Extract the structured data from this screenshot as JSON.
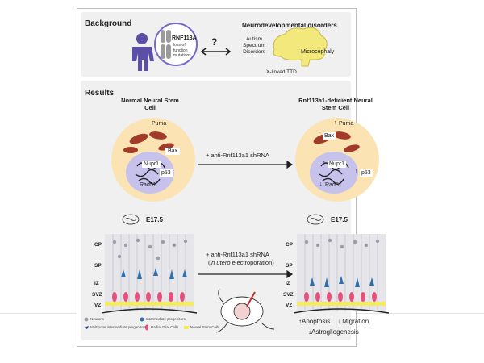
{
  "background": {
    "title": "Background",
    "gene_label": "RNF113A",
    "mutation_label": "loss-of-function mutations",
    "question": "?",
    "disorders_title": "Neurodevelopmental disorders",
    "disorder_autism": "Autism Spectrum Disorders",
    "disorder_xttd": "X-linked TTD",
    "disorder_micro": "Microcephaly"
  },
  "results": {
    "title": "Results",
    "normal_title": "Normal Neural Stem Cell",
    "deficient_title": "Rnf113a1-deficient Neural Stem Cell",
    "treatment_1": "+ anti-Rnf113a1 shRNA",
    "treatment_2": "+ anti-Rnf113a1 shRNA",
    "treatment_2_sub_em": "in utero",
    "treatment_2_sub": "electroporation",
    "stage": "E17.5",
    "proteins": {
      "puma": "Puma",
      "bax": "Bax",
      "nupr1": "Nupr1",
      "p53": "p53",
      "rad51": "Rad51"
    },
    "layers": [
      "CP",
      "SP",
      "IZ",
      "SVZ",
      "VZ"
    ],
    "legend": [
      "Neurons",
      "Intermediate progenitors",
      "Multipolar intermediate progenitors",
      "Radial Glial Cells",
      "Neural Stem Cells"
    ],
    "outcome_apoptosis": "Apoptosis",
    "outcome_migration": "Migration",
    "outcome_astro": "Astrogliogenesis",
    "up_arrow": "↑",
    "down_arrow": "↓"
  },
  "colors": {
    "panel": "#f0f0f0",
    "accent": "#7b68c8",
    "cell_outer": "#fbe3b4",
    "nucleus": "#c6c2ec",
    "mito": "#a23a2a",
    "brain": "#f2e87c"
  }
}
